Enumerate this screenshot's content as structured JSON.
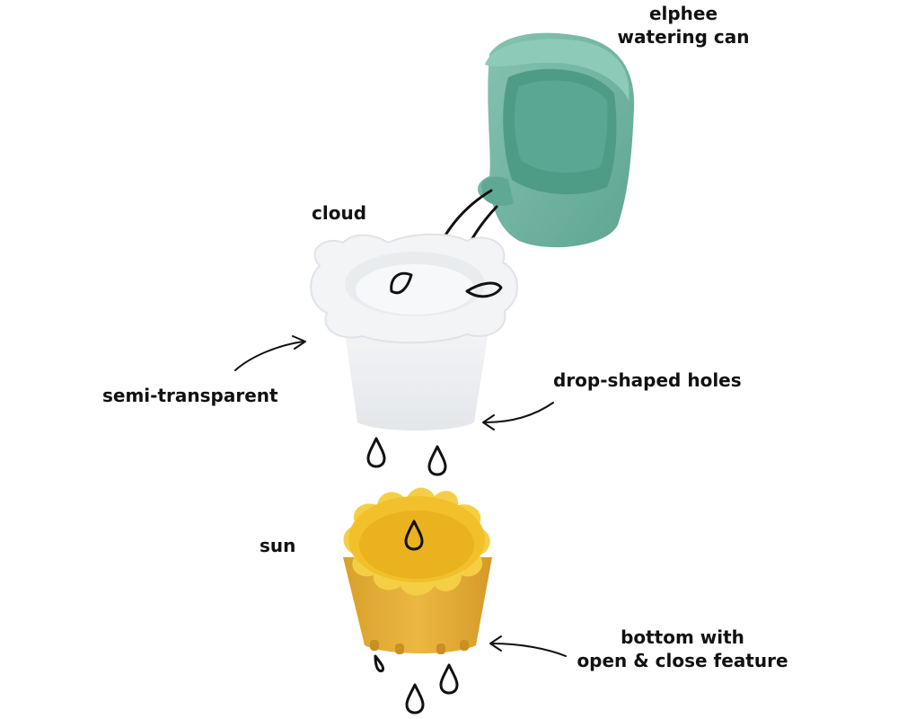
{
  "labels": {
    "watering_can": [
      "elphee",
      "watering can"
    ],
    "cloud": "cloud",
    "semi_transparent": "semi-transparent",
    "drop_holes": "drop-shaped holes",
    "sun": "sun",
    "bottom_feature": [
      "bottom with",
      "open & close feature"
    ]
  },
  "colors": {
    "watering_can": "#6fb5a0",
    "watering_can_inside": "#4f9c86",
    "cloud": "#eef0f2",
    "sun_rim": "#f4cf45",
    "sun_inside": "#f2c02a",
    "sun_body": "#e7b139",
    "line": "#111111"
  }
}
